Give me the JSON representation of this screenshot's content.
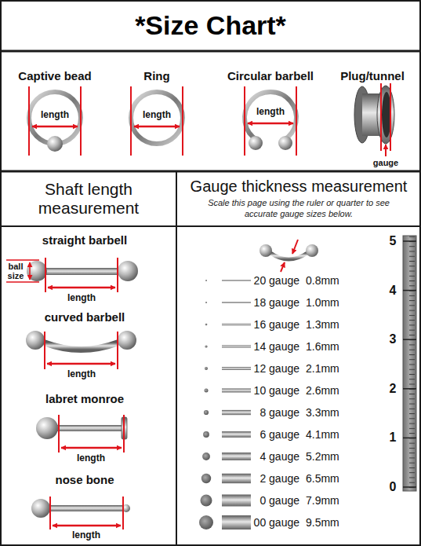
{
  "diagram": {
    "title": "*Size Chart*",
    "nodes": [
      {
        "text": [
          "Shaft length measurement"
        ]
      },
      {
        "text": [
          "Gauge thickness measurement",
          "Scale this page using the ruler or quarter to see accurate gauge sizes below."
        ]
      }
    ],
    "labels": [
      "Captive bead",
      "Ring",
      "Circular barbell",
      "Plug/tunnel",
      "length",
      "length",
      "length",
      "gauge",
      "straight barbell",
      "ball size",
      "length",
      "curved barbell",
      "length",
      "labret monroe",
      "length",
      "nose bone",
      "length",
      "20 gauge",
      "0.8mm",
      "18 gauge",
      "1.0mm",
      "16 gauge",
      "1.3mm",
      "14 gauge",
      "1.6mm",
      "12 gauge",
      "2.1mm",
      "10 gauge",
      "2.6mm",
      "8 gauge",
      "3.3mm",
      "6 gauge",
      "4.1mm",
      "4 gauge",
      "5.2mm",
      "2 gauge",
      "6.5mm",
      "0 gauge",
      "7.9mm",
      "00 gauge",
      "9.5mm",
      "5",
      "4",
      "3",
      "2",
      "1",
      "0"
    ]
  }
}
